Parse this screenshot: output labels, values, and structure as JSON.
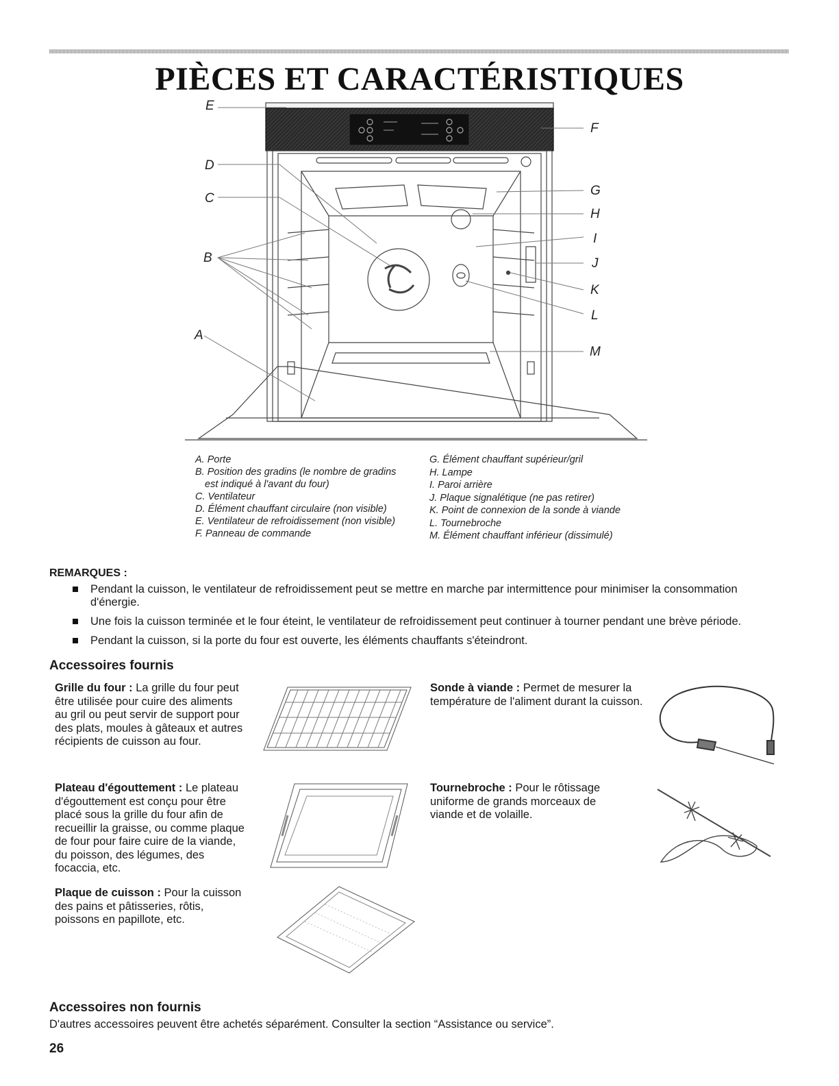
{
  "page": {
    "title": "PIÈCES ET CARACTÉRISTIQUES",
    "page_number": "26"
  },
  "diagram": {
    "letters": {
      "A": "A",
      "B": "B",
      "C": "C",
      "D": "D",
      "E": "E",
      "F": "F",
      "G": "G",
      "H": "H",
      "I": "I",
      "J": "J",
      "K": "K",
      "L": "L",
      "M": "M"
    },
    "legend_left": [
      "A. Porte",
      "B. Position des gradins (le nombre de gradins",
      "est indiqué à l'avant du four)",
      "C. Ventilateur",
      "D. Élément chauffant circulaire (non visible)",
      "E. Ventilateur de refroidissement (non visible)",
      "F. Panneau de commande"
    ],
    "legend_right": [
      "G. Élément chauffant supérieur/gril",
      "H. Lampe",
      "I. Paroi arrière",
      "J. Plaque signalétique (ne pas retirer)",
      "K. Point de connexion de la sonde à viande",
      "L. Tournebroche",
      "M. Élément chauffant inférieur (dissimulé)"
    ]
  },
  "remarks": {
    "heading": "REMARQUES :",
    "items": [
      "Pendant la cuisson, le ventilateur de refroidissement peut se mettre en marche par intermittence pour minimiser la consommation d'énergie.",
      "Une fois la cuisson terminée et le four éteint, le ventilateur de refroidissement peut continuer à tourner pendant une brève période.",
      "Pendant la cuisson, si la porte du four est ouverte, les éléments chauffants s'éteindront."
    ]
  },
  "accessories": {
    "heading": "Accessoires fournis",
    "rack": {
      "name": "Grille du four :",
      "text": " La grille du four peut être utilisée pour cuire des aliments au gril ou peut servir de support pour des plats, moules à gâteaux et autres récipients de cuisson au four."
    },
    "drip_pan": {
      "name": "Plateau d'égouttement :",
      "text": " Le plateau d'égouttement est conçu pour être placé sous la grille du four afin de recueillir la graisse, ou comme plaque de four pour faire cuire de la viande, du poisson, des légumes, des focaccia, etc."
    },
    "baking_tray": {
      "name": "Plaque de cuisson :",
      "text": " Pour la cuisson des pains et pâtisseries, rôtis, poissons en papillote, etc."
    },
    "probe": {
      "name": "Sonde à viande :",
      "text": " Permet de mesurer la température de l'aliment durant la cuisson."
    },
    "rotisserie": {
      "name": "Tournebroche :",
      "text": " Pour le rôtissage uniforme de grands morceaux de viande et de volaille."
    }
  },
  "not_supplied": {
    "heading": "Accessoires non fournis",
    "text": "D'autres accessoires peuvent être achetés séparément. Consulter la section “Assistance ou service”."
  },
  "colors": {
    "text": "#1a1a1a",
    "panel": "#1c1c1c",
    "line": "#444444"
  }
}
